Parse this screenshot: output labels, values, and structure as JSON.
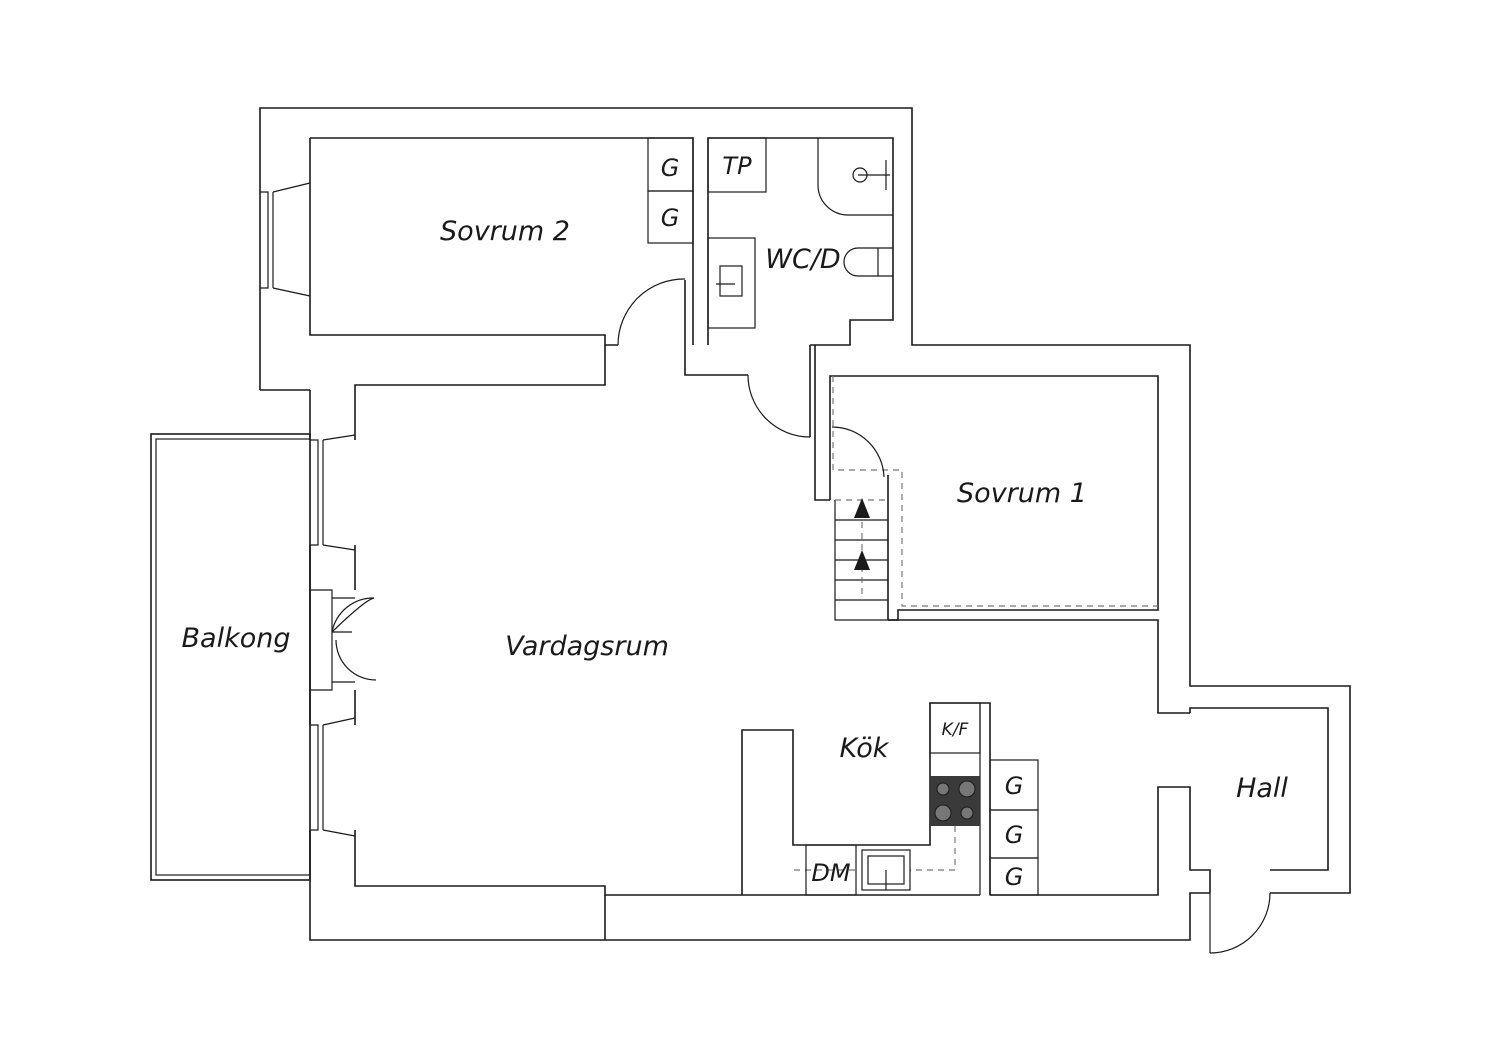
{
  "rooms": {
    "sovrum2": "Sovrum 2",
    "wc": "WC/D",
    "sovrum1": "Sovrum 1",
    "balkong": "Balkong",
    "vardagsrum": "Vardagsrum",
    "kok": "Kök",
    "hall": "Hall"
  },
  "fixtures": {
    "wardrobe": "G",
    "tp": "TP",
    "kf": "K/F",
    "dm": "DM"
  },
  "colors": {
    "line": "#1a1a1a",
    "dashed": "#777777",
    "stove": "#3a3a3a",
    "background": "#ffffff"
  }
}
